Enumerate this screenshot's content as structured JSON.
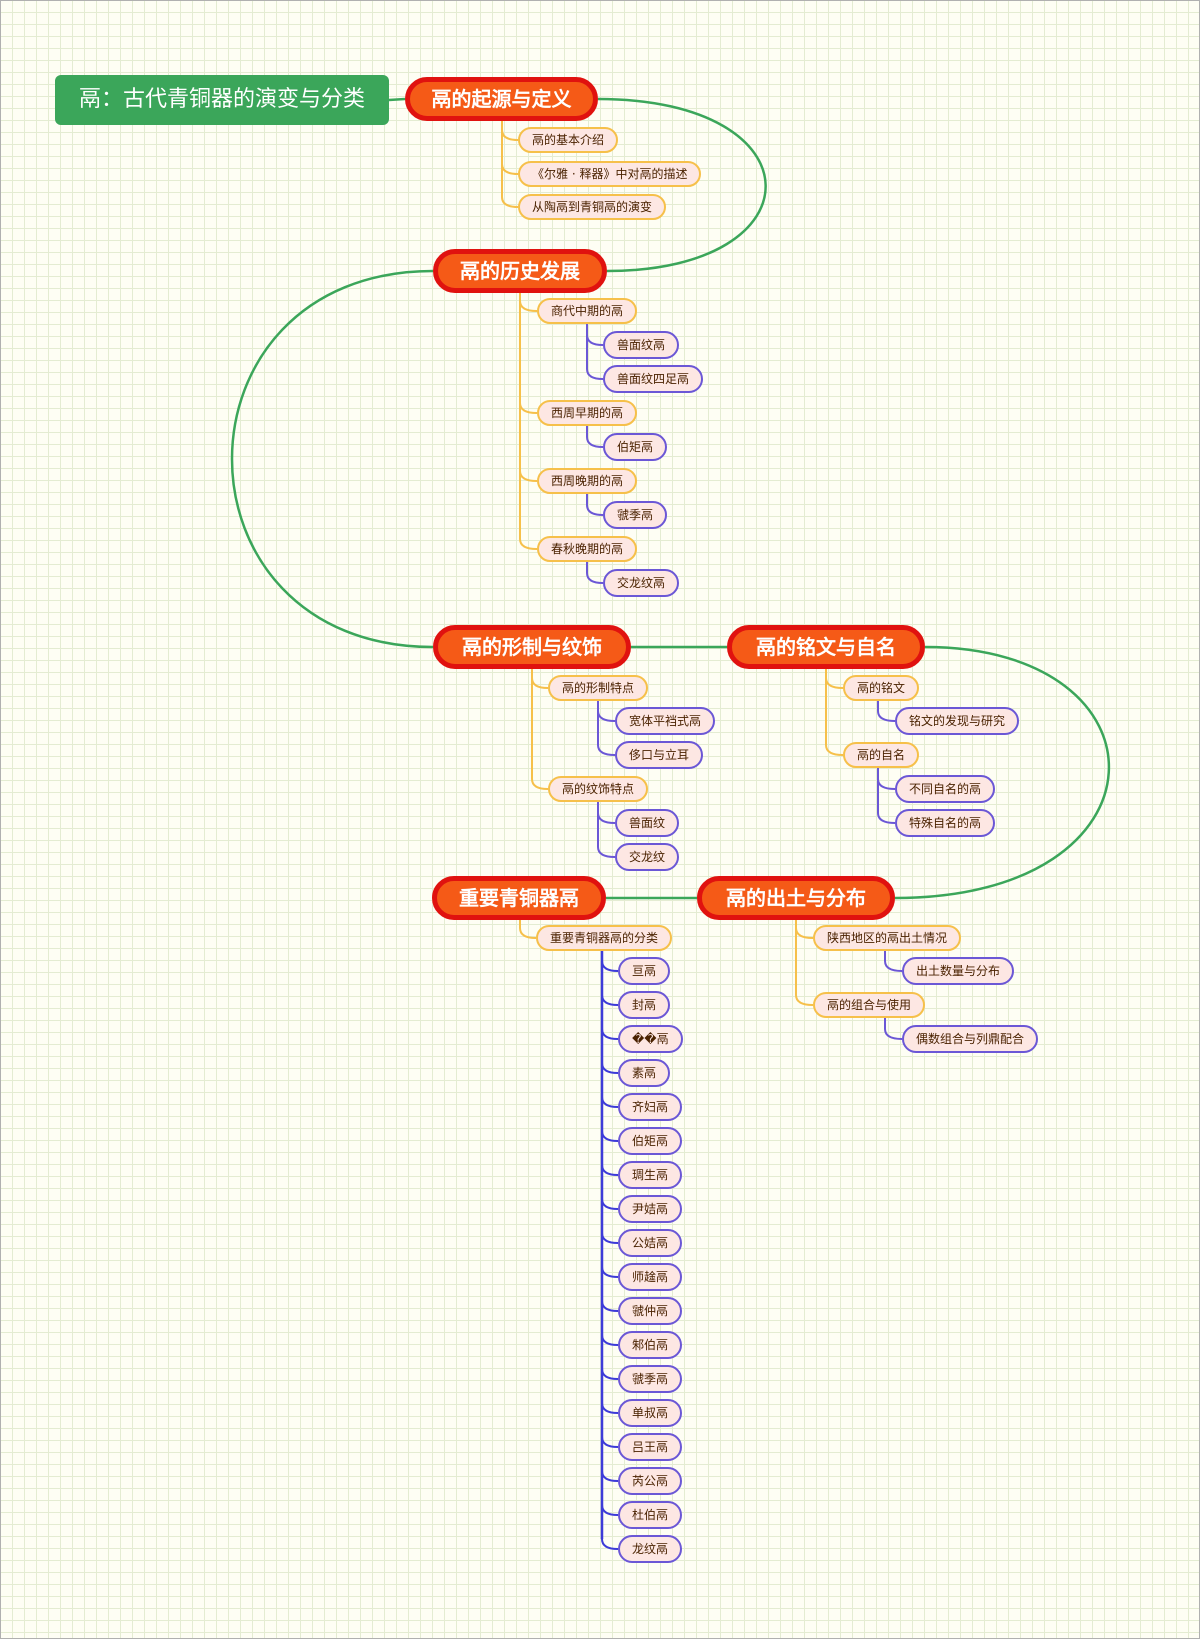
{
  "root": {
    "title": "鬲：古代青铜器的演变与分类"
  },
  "sections": [
    {
      "title": "鬲的起源与定义",
      "items": [
        {
          "label": "鬲的基本介绍",
          "children": []
        },
        {
          "label": "《尔雅 · 释器》中对鬲的描述",
          "children": []
        },
        {
          "label": "从陶鬲到青铜鬲的演变",
          "children": []
        }
      ]
    },
    {
      "title": "鬲的历史发展",
      "items": [
        {
          "label": "商代中期的鬲",
          "children": [
            "兽面纹鬲",
            "兽面纹四足鬲"
          ]
        },
        {
          "label": "西周早期的鬲",
          "children": [
            "伯矩鬲"
          ]
        },
        {
          "label": "西周晚期的鬲",
          "children": [
            "虢季鬲"
          ]
        },
        {
          "label": "春秋晚期的鬲",
          "children": [
            "交龙纹鬲"
          ]
        }
      ]
    },
    {
      "title": "鬲的形制与纹饰",
      "items": [
        {
          "label": "鬲的形制特点",
          "children": [
            "宽体平裆式鬲",
            "侈口与立耳"
          ]
        },
        {
          "label": "鬲的纹饰特点",
          "children": [
            "兽面纹",
            "交龙纹"
          ]
        }
      ]
    },
    {
      "title": "鬲的铭文与自名",
      "items": [
        {
          "label": "鬲的铭文",
          "children": [
            "铭文的发现与研究"
          ]
        },
        {
          "label": "鬲的自名",
          "children": [
            "不同自名的鬲",
            "特殊自名的鬲"
          ]
        }
      ]
    },
    {
      "title": "鬲的出土与分布",
      "items": [
        {
          "label": "陕西地区的鬲出土情况",
          "children": [
            "出土数量与分布"
          ]
        },
        {
          "label": "鬲的组合与使用",
          "children": [
            "偶数组合与列鼎配合"
          ]
        }
      ]
    },
    {
      "title": "重要青铜器鬲",
      "items": [
        {
          "label": "重要青铜器鬲的分类",
          "children": [
            "亘鬲",
            "封鬲",
            "��鬲",
            "素鬲",
            "齐妇鬲",
            "伯矩鬲",
            "琱生鬲",
            "尹姞鬲",
            "公姞鬲",
            "师趛鬲",
            "虢仲鬲",
            "邾伯鬲",
            "虢季鬲",
            "单叔鬲",
            "吕王鬲",
            "芮公鬲",
            "杜伯鬲",
            "龙纹鬲"
          ]
        }
      ]
    }
  ],
  "colors": {
    "root_fill": "#3ba65a",
    "main_fill": "#f55a17",
    "main_border": "#e0120f",
    "sub_border": "#f6c04a",
    "leaf_border": "#6b57d6",
    "node_fill": "#fde7e3",
    "spine": "#3ba65a",
    "background_grid": "#e4ecd2"
  }
}
